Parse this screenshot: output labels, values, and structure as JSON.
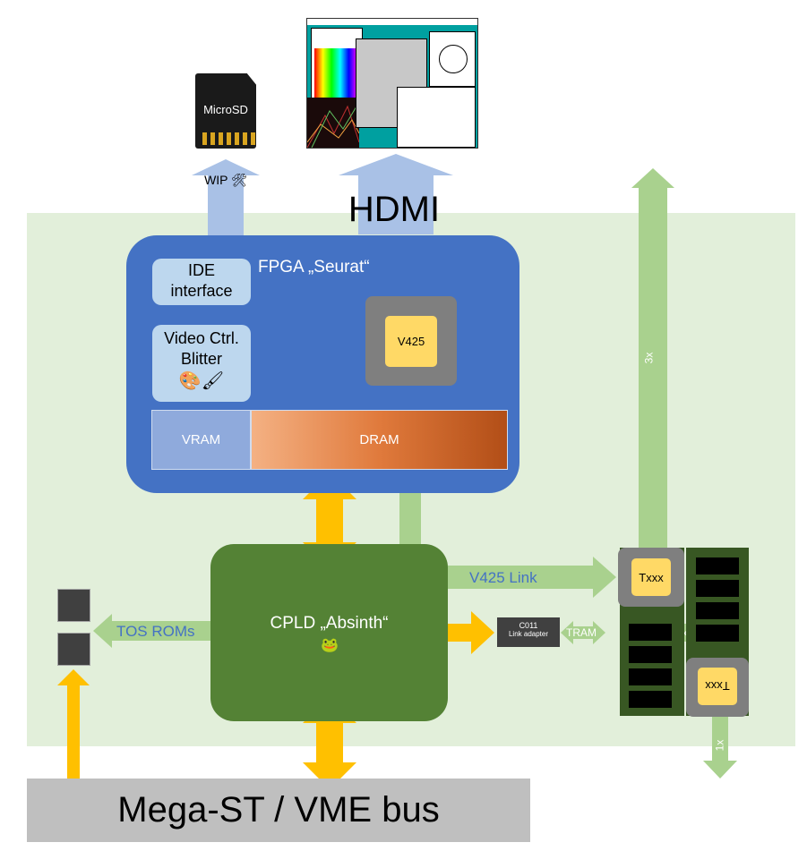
{
  "fpga": {
    "title": "FPGA „Seurat“"
  },
  "ide": {
    "label_1": "IDE",
    "label_2": "interface"
  },
  "video": {
    "label_1": "Video Ctrl.",
    "label_2": "Blitter"
  },
  "v425_chip": {
    "label": "V425"
  },
  "memory": {
    "vram": "VRAM",
    "dram": "DRAM"
  },
  "cpld": {
    "title": "CPLD „Absinth“"
  },
  "hdmi": {
    "label": "HDMI"
  },
  "microsd": {
    "label": "MicroSD",
    "wip": "WIP 🛠"
  },
  "links": {
    "v425_link": "V425 Link",
    "tos_roms": "TOS ROMs",
    "tram": "TRAM",
    "one_x_horizontal": "1x",
    "three_x": "3x",
    "one_x_vertical": "1x"
  },
  "c011": {
    "line_1": "C011",
    "line_2": "Link adapter"
  },
  "transputer": {
    "top": "Txxx",
    "bottom": "Txxx"
  },
  "bus": {
    "label": "Mega-ST / VME bus"
  },
  "colors": {
    "fpga": "#4472c4",
    "cpld": "#548235",
    "board": "#e2efda",
    "orange_arrow": "#ffc000",
    "green_arrow": "#a9d18e",
    "blue_arrow": "#a9c1e6"
  }
}
